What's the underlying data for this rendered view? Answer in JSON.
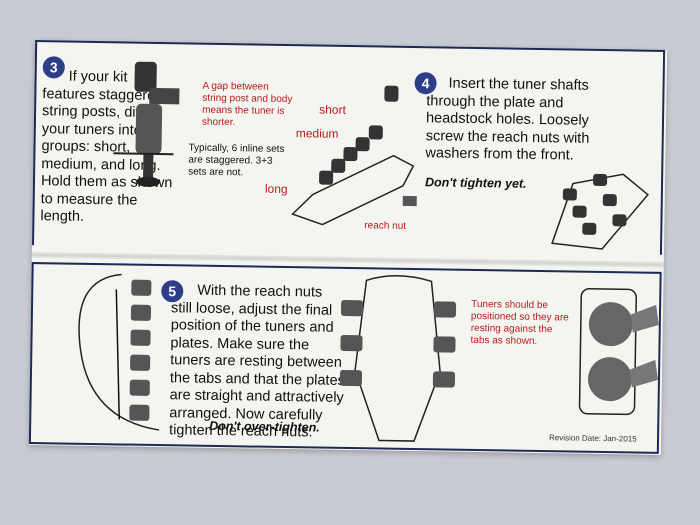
{
  "step3": {
    "number": "3",
    "text": "If your kit features staggered string posts, divide your tuners into 3 groups: short, medium, and long. Hold them as shown to measure the length.",
    "gap_note": "A gap between string post and body means the tuner is shorter.",
    "typical_note": "Typically, 6 inline sets are staggered. 3+3 sets are not."
  },
  "step4": {
    "number": "4",
    "text": "Insert the tuner shafts through the plate and headstock holes. Loosely screw the reach nuts with washers from the front.",
    "warning": "Don't tighten yet.",
    "labels": {
      "short": "short",
      "medium": "medium",
      "long": "long",
      "reach_nut": "reach nut"
    }
  },
  "step5": {
    "number": "5",
    "text": "With the reach nuts still loose, adjust the final position of the tuners and plates. Make sure the tuners are resting between the tabs and that the plates are straight and attractively arranged. Now carefully tighten the reach nuts.",
    "warning": "Don't over-tighten.",
    "tuner_note": "Tuners should be positioned so they are resting against the tabs as shown.",
    "revision": "Revision Date: Jan-2015"
  },
  "colors": {
    "navy": "#1c2a55",
    "badge": "#2d3d88",
    "red": "#b71c1c"
  }
}
